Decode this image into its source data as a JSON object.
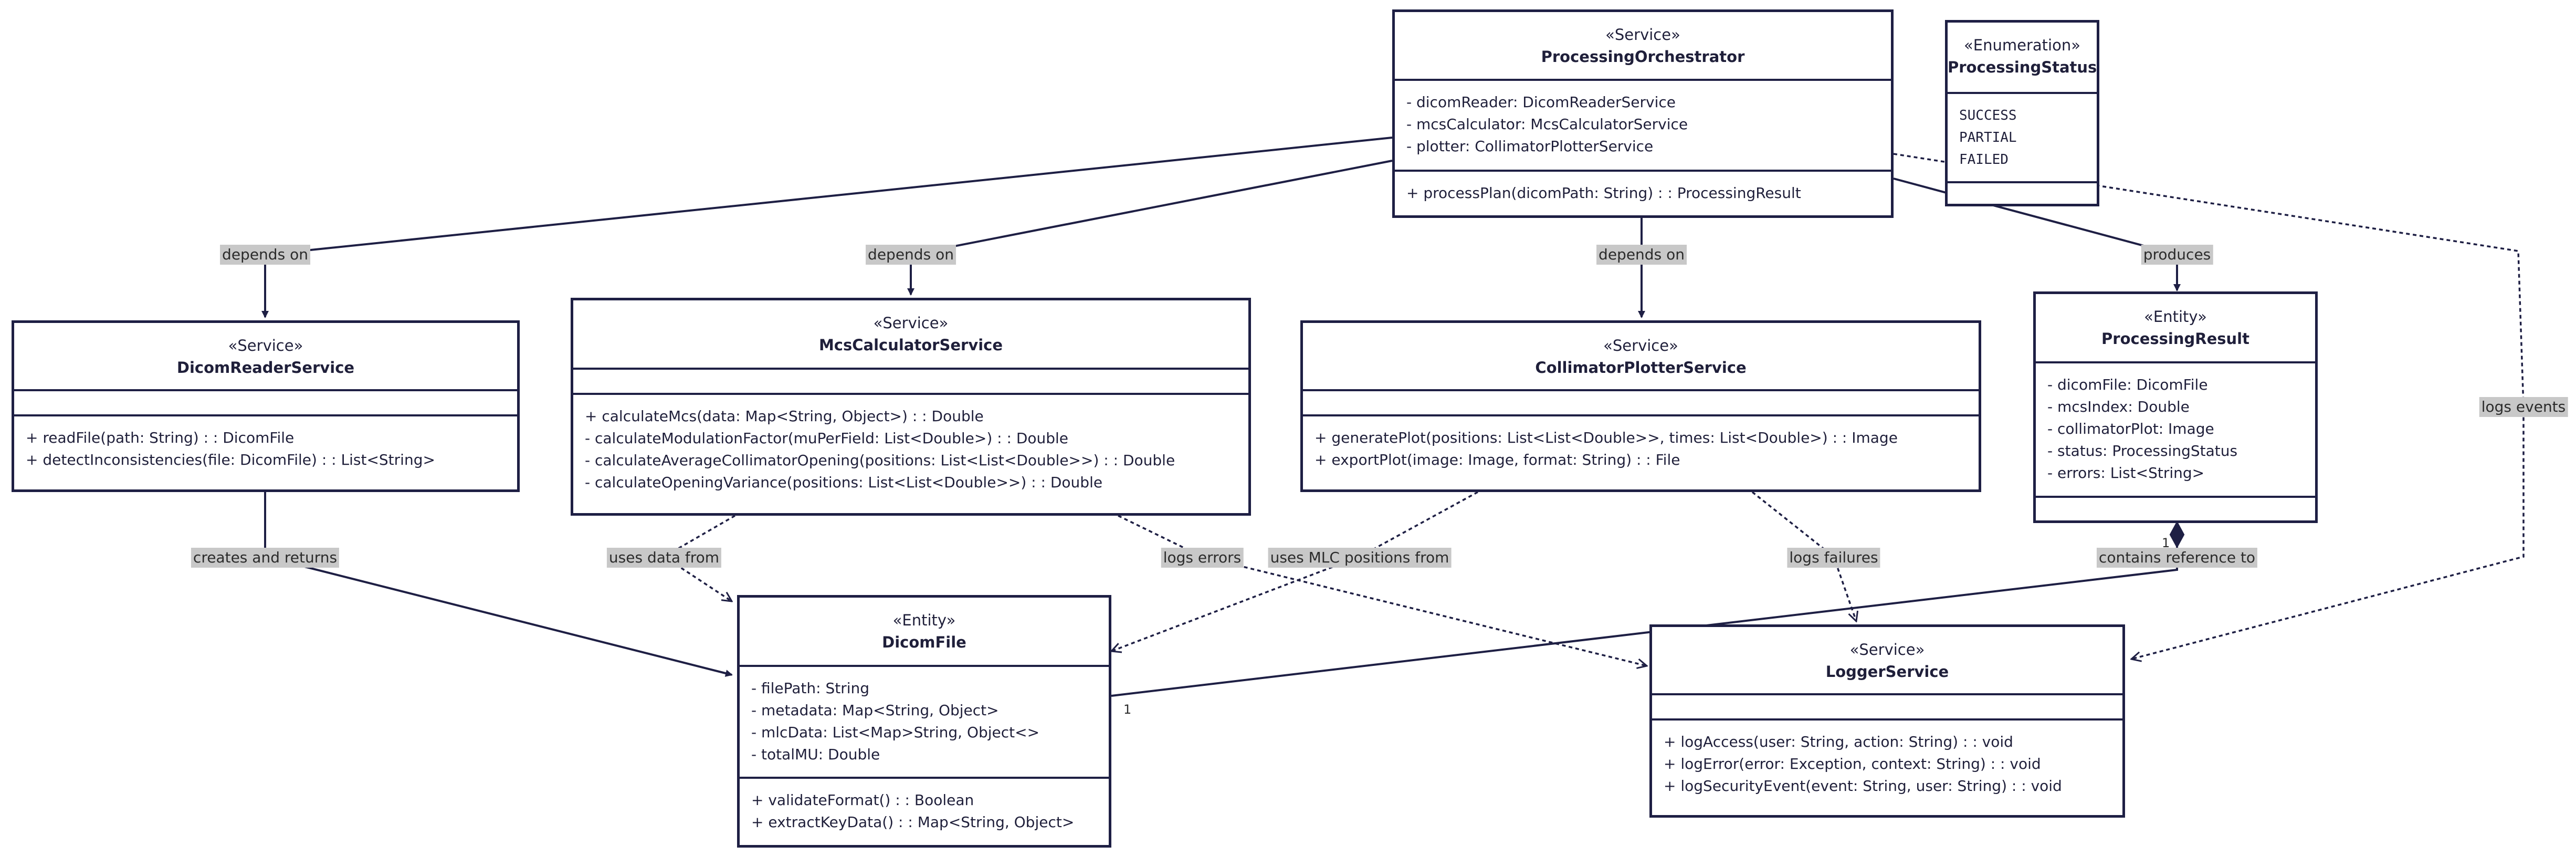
{
  "classes": {
    "orchestrator": {
      "stereotype": "«Service»",
      "name": "ProcessingOrchestrator",
      "attributes": [
        "- dicomReader: DicomReaderService",
        "- mcsCalculator: McsCalculatorService",
        "- plotter: CollimatorPlotterService"
      ],
      "methods": [
        "+ processPlan(dicomPath: String) : : ProcessingResult"
      ]
    },
    "status": {
      "stereotype": "«Enumeration»",
      "name": "ProcessingStatus",
      "values": [
        "SUCCESS",
        "PARTIAL",
        "FAILED"
      ]
    },
    "dicomReader": {
      "stereotype": "«Service»",
      "name": "DicomReaderService",
      "methods": [
        "+ readFile(path: String) : : DicomFile",
        "+ detectInconsistencies(file: DicomFile) : : List<String>"
      ]
    },
    "mcsCalc": {
      "stereotype": "«Service»",
      "name": "McsCalculatorService",
      "methods": [
        "+ calculateMcs(data: Map<String, Object>) : : Double",
        "- calculateModulationFactor(muPerField: List<Double>) : : Double",
        "- calculateAverageCollimatorOpening(positions: List<List<Double>>) : : Double",
        "- calculateOpeningVariance(positions: List<List<Double>>) : : Double"
      ]
    },
    "plotter": {
      "stereotype": "«Service»",
      "name": "CollimatorPlotterService",
      "methods": [
        "+ generatePlot(positions: List<List<Double>>, times: List<Double>) : : Image",
        "+ exportPlot(image: Image, format: String) : : File"
      ]
    },
    "result": {
      "stereotype": "«Entity»",
      "name": "ProcessingResult",
      "attributes": [
        "- dicomFile: DicomFile",
        "- mcsIndex: Double",
        "- collimatorPlot: Image",
        "- status: ProcessingStatus",
        "- errors: List<String>"
      ]
    },
    "dicomFile": {
      "stereotype": "«Entity»",
      "name": "DicomFile",
      "attributes": [
        "- filePath: String",
        "- metadata: Map<String, Object>",
        "- mlcData: List<Map>String, Object<>",
        "- totalMU: Double"
      ],
      "methods": [
        "+ validateFormat() : : Boolean",
        "+ extractKeyData() : : Map<String, Object>"
      ]
    },
    "logger": {
      "stereotype": "«Service»",
      "name": "LoggerService",
      "methods": [
        "+ logAccess(user: String, action: String) : : void",
        "+ logError(error: Exception, context: String) : : void",
        "+ logSecurityEvent(event: String, user: String) : : void"
      ]
    }
  },
  "edge_labels": {
    "depends_on_1": "depends on",
    "depends_on_2": "depends on",
    "depends_on_3": "depends on",
    "produces": "produces",
    "logs_events": "logs events",
    "creates_and_returns": "creates and returns",
    "uses_data_from": "uses data from",
    "logs_errors": "logs errors",
    "uses_mlc": "uses MLC positions from",
    "logs_failures": "logs failures",
    "contains_reference": "contains reference to"
  },
  "multiplicities": {
    "result_end": "1",
    "dicom_end": "1"
  },
  "colors": {
    "border": "#1e1f44",
    "label_bg": "#c8c8c8"
  }
}
